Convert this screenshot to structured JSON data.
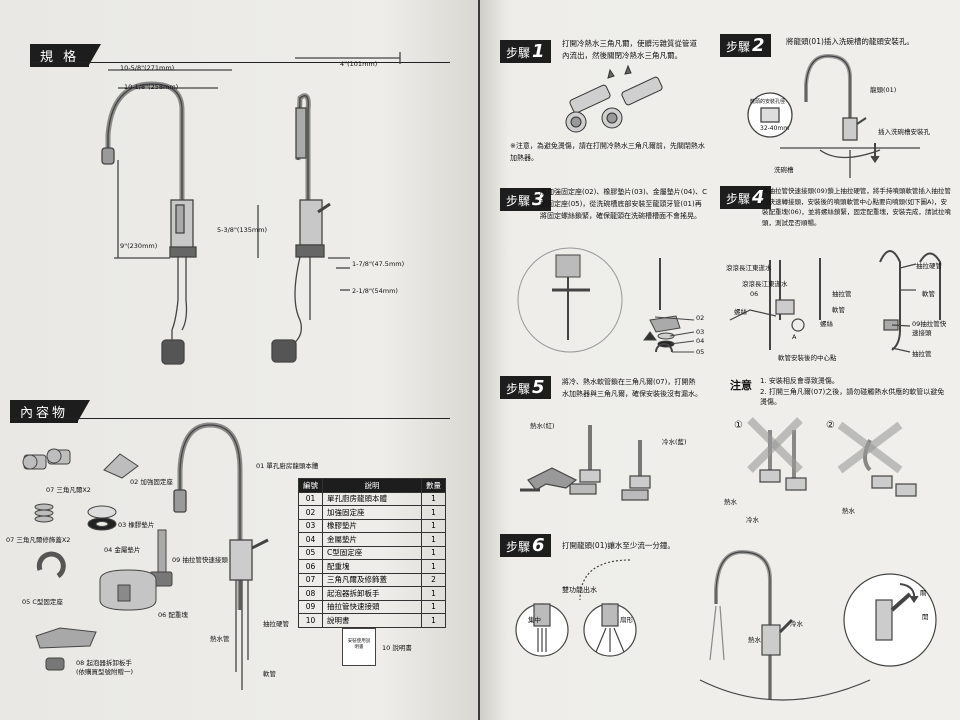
{
  "left_page": {
    "spec_header": "規 格",
    "dims": {
      "w1": "10-5/8\"(271mm)",
      "w2": "10-1/8\"(258mm)",
      "h1": "9\"(230mm)",
      "d1": "4\"(101mm)",
      "h2": "5-3/8\"(135mm)",
      "d2": "1-7/8\"(47.5mm)",
      "d3": "2-1/8\"(54mm)"
    },
    "contents_header": "內容物",
    "parts_labels": {
      "p07": "07 三角凡爾X2",
      "p02": "02 加強固定座",
      "p07b": "07 三角凡爾修飾蓋X2",
      "p03": "03 橡膠墊片",
      "p04": "04 金屬墊片",
      "p09": "09 抽拉管快速接頭",
      "p05": "05 C型固定座",
      "p06": "06 配重塊",
      "p08": "08 起泡器拆卸板手\n(依購買型號附贈一)",
      "p01": "01 單孔廚房龍頭本體",
      "hot_pipe": "熱水管",
      "pull_hose": "抽拉硬管",
      "hose": "軟管",
      "p10": "10 說明書",
      "manual_cover": "安裝使用說明書"
    },
    "table": {
      "headers": [
        "編號",
        "說明",
        "數量"
      ],
      "rows": [
        [
          "01",
          "單孔廚房龍頭本體",
          "1"
        ],
        [
          "02",
          "加強固定座",
          "1"
        ],
        [
          "03",
          "橡膠墊片",
          "1"
        ],
        [
          "04",
          "金屬墊片",
          "1"
        ],
        [
          "05",
          "C型固定座",
          "1"
        ],
        [
          "06",
          "配重塊",
          "1"
        ],
        [
          "07",
          "三角凡爾及修飾蓋",
          "2"
        ],
        [
          "08",
          "起泡器拆卸板手",
          "1"
        ],
        [
          "09",
          "抽拉管快速接頭",
          "1"
        ],
        [
          "10",
          "說明書",
          "1"
        ]
      ]
    }
  },
  "right_page": {
    "step1": {
      "badge": "步驟",
      "num": "1",
      "text": "打開冷熱水三角凡爾，使髒污雜質從管道內流出，然後關閉冷熱水三角凡爾。",
      "note": "※注意，為避免燙傷，請在打開冷熱水三角凡爾前，先關閉熱水加熱器。"
    },
    "step2": {
      "badge": "步驟",
      "num": "2",
      "text": "將龍頭(01)插入洗碗槽的龍頭安裝孔。",
      "l_faucet": "龍頭(01)",
      "l_hole": "插入洗碗槽安裝孔",
      "l_sink": "洗碗槽",
      "l_dia_title": "龍頭的安裝孔徑",
      "l_dia": "32-40mm"
    },
    "step3": {
      "badge": "步驟",
      "num": "3",
      "text": "將加強固定座(02)、橡膠墊片(03)、金屬墊片(04)、C型固定座(05)，從洗碗槽底部安裝至龍頭牙管(01)再將固定螺絲鎖緊，確保龍頭在洗碗槽槽面不會搖晃。",
      "n02": "02",
      "n03": "03",
      "n04": "04",
      "n05": "05"
    },
    "step4": {
      "badge": "步驟",
      "num": "4",
      "text": "將抽拉管快速接頭(09)鎖上抽拉硬管，將手持噴頭軟管插入抽拉管的快速轉接頭，安裝後的噴頭軟管中心點要向噴頭(如下圖A)，安裝配重塊(06)，並將螺絲鎖緊，固定配重塊，安裝完成，請試拉噴頭，測試是否順暢。",
      "l_roll_long": "滾滾長江東逝水",
      "l_06": "06",
      "l_screw1": "螺絲",
      "l_screw2": "螺絲",
      "l_pull": "抽拉管",
      "l_hose": "軟管",
      "l_09": "09抽拉管快速接頭",
      "l_hard": "抽拉硬管",
      "l_center": "軟管安裝後的中心點",
      "l_A": "A"
    },
    "step5": {
      "badge": "步驟",
      "num": "5",
      "text": "將冷、熱水軟管鎖在三角凡爾(07)，打開熱水加熱器與三角凡爾，確保安裝後沒有漏水。",
      "hot": "熱水(紅)",
      "cold": "冷水(藍)"
    },
    "caution": {
      "title": "注意",
      "items": [
        "1. 安裝相反會導致燙傷。",
        "2. 打開三角凡爾(07)之後，請勿碰觸熱水供應的軟管以避免燙傷。"
      ],
      "c1": "①",
      "c2": "②",
      "hot1": "熱水",
      "cold1": "冷水",
      "hot2": "熱水"
    },
    "step6": {
      "badge": "步驟",
      "num": "6",
      "text": "打開龍頭(01)讓水至少流一分鐘。",
      "dual": "雙功能出水",
      "focus": "集中",
      "fan": "扇形",
      "hot": "熱水",
      "cold": "冷水",
      "open": "開",
      "close": "關"
    }
  }
}
